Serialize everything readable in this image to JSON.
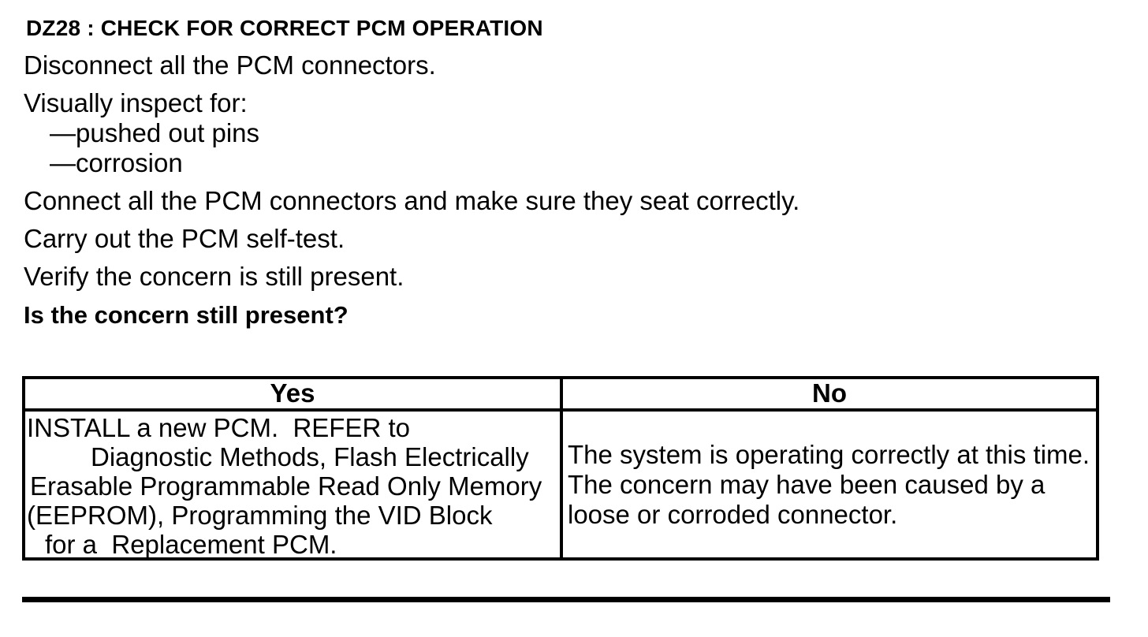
{
  "colors": {
    "text": "#000000",
    "background": "#ffffff",
    "border": "#000000"
  },
  "document": {
    "heading": "DZ28 : CHECK FOR CORRECT PCM OPERATION",
    "procedure": {
      "step1": "Disconnect all the PCM connectors.",
      "step2": "Visually inspect for:",
      "inspect_item1": "—pushed out pins",
      "inspect_item2": "—corrosion",
      "step3": "Connect all the PCM connectors and make sure they seat correctly.",
      "step4": "Carry out the PCM self-test.",
      "step5": "Verify the concern is still present.",
      "question": "Is the concern still present?"
    },
    "decision_table": {
      "yes_header": "Yes",
      "no_header": "No",
      "yes_lines": [
        "INSTALL a new PCM.  REFER to",
        "Diagnostic Methods, Flash Electrically",
        "Erasable Programmable Read Only Memory",
        "(EEPROM), Programming the VID Block",
        "for a  Replacement PCM."
      ],
      "no_lines": [
        "The system is operating correctly at this time.",
        "The concern may have been caused by a",
        "loose or corroded connector."
      ]
    }
  }
}
